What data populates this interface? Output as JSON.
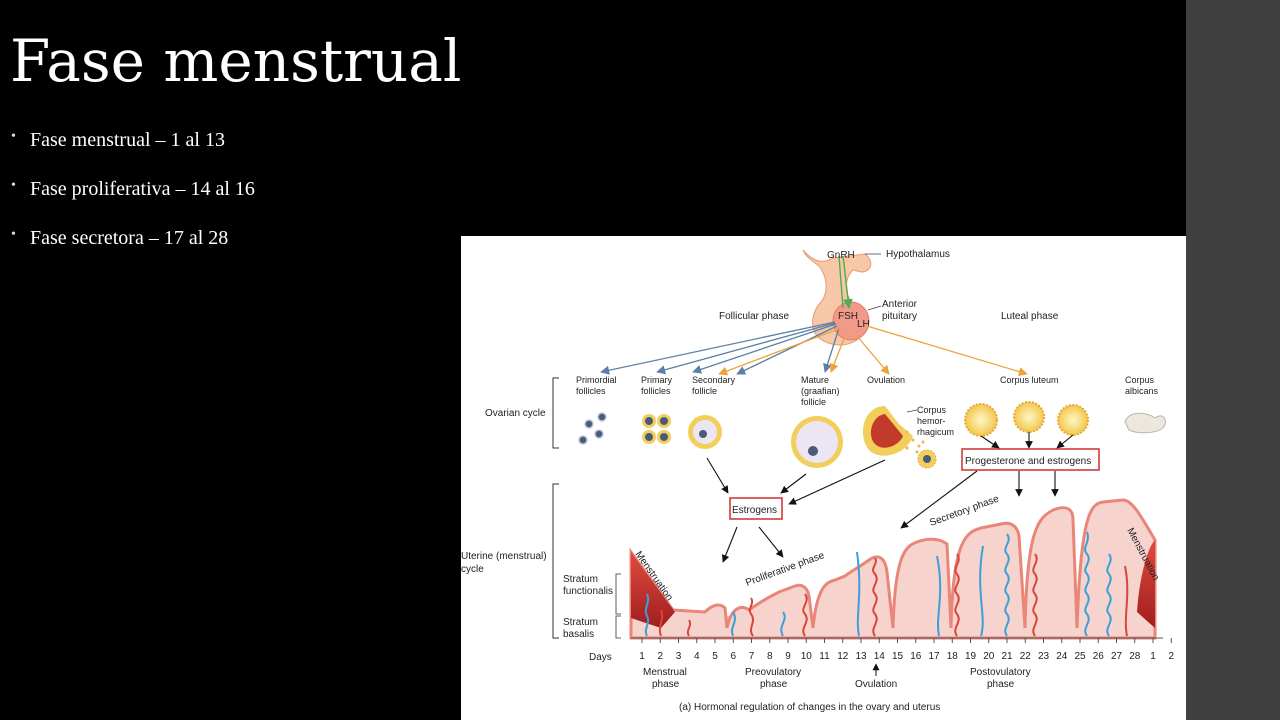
{
  "slide": {
    "title": "Fase menstrual",
    "bullets": [
      "Fase menstrual – 1 al 13",
      "Fase proliferativa – 14 al 16",
      "Fase secretora – 17 al 28"
    ]
  },
  "figure": {
    "hormones": {
      "gnrh": "GnRH",
      "hypothalamus": "Hypothalamus",
      "anterior_line1": "Anterior",
      "anterior_line2": "pituitary",
      "fsh": "FSH",
      "lh": "LH"
    },
    "phases": {
      "follicular": "Follicular phase",
      "luteal": "Luteal phase"
    },
    "ovarian_cycle": "Ovarian cycle",
    "stages": {
      "primordial": [
        "Primordial",
        "follicles"
      ],
      "primary": [
        "Primary",
        "follicles"
      ],
      "secondary": [
        "Secondary",
        "follicle"
      ],
      "mature": [
        "Mature",
        "(graafian)",
        "follicle"
      ],
      "ovulation": "Ovulation",
      "corpus_hem": [
        "Corpus",
        "hemor-",
        "rhagicum"
      ],
      "corpus_luteum": "Corpus luteum",
      "corpus_albicans": [
        "Corpus",
        "albicans"
      ]
    },
    "boxes": {
      "progesterone": "Progesterone and estrogens",
      "estrogens": "Estrogens"
    },
    "uterine": {
      "cycle_line1": "Uterine (menstrual)",
      "cycle_line2": "cycle",
      "stratum_func": [
        "Stratum",
        "functionalis"
      ],
      "stratum_bas": [
        "Stratum",
        "basalis"
      ],
      "menstruation_left": "Menstruation",
      "menstruation_right": "Menstruation",
      "proliferative": "Proliferative phase",
      "secretory": "Secretory phase"
    },
    "days_label": "Days",
    "days": [
      "1",
      "2",
      "3",
      "4",
      "5",
      "6",
      "7",
      "8",
      "9",
      "10",
      "11",
      "12",
      "13",
      "14",
      "15",
      "16",
      "17",
      "18",
      "19",
      "20",
      "21",
      "22",
      "23",
      "24",
      "25",
      "26",
      "27",
      "28",
      "1",
      "2"
    ],
    "bottom_phases": {
      "menstrual": [
        "Menstrual",
        "phase"
      ],
      "preovulatory": [
        "Preovulatory",
        "phase"
      ],
      "ovulation": "Ovulation",
      "postovulatory": [
        "Postovulatory",
        "phase"
      ]
    },
    "caption": "(a) Hormonal regulation of changes in the ovary and uterus",
    "colors": {
      "endometrium": "#f2a7a0",
      "vessel_red": "#d8453a",
      "gland_blue": "#3b9fd8",
      "box_border": "#d63a3a",
      "follicle_yellow": "#f2cf5b"
    }
  }
}
